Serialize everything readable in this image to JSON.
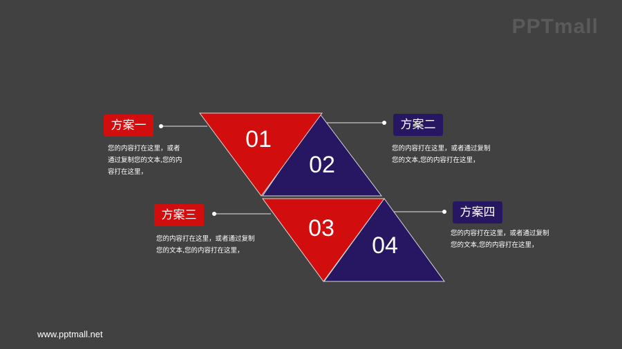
{
  "logo": "PPTmall",
  "footer_url": "www.pptmall.net",
  "colors": {
    "background": "#414141",
    "red": "#d20d0d",
    "navy": "#271763",
    "connector": "#e6e6e6"
  },
  "items": [
    {
      "number": "01",
      "title": "方案一",
      "desc_lines": [
        "您的内容打在这里，或者",
        "通过复制您的文本,您的内",
        "容打在这里，"
      ],
      "color": "red"
    },
    {
      "number": "02",
      "title": "方案二",
      "desc_lines": [
        "您的内容打在这里，或者通过复制",
        "您的文本,您的内容打在这里，"
      ],
      "color": "navy"
    },
    {
      "number": "03",
      "title": "方案三",
      "desc_lines": [
        "您的内容打在这里，或者通过复制",
        "您的文本,您的内容打在这里，"
      ],
      "color": "red"
    },
    {
      "number": "04",
      "title": "方案四",
      "desc_lines": [
        "您的内容打在这里，或者通过复制",
        "您的文本,您的内容打在这里，"
      ],
      "color": "navy"
    }
  ]
}
